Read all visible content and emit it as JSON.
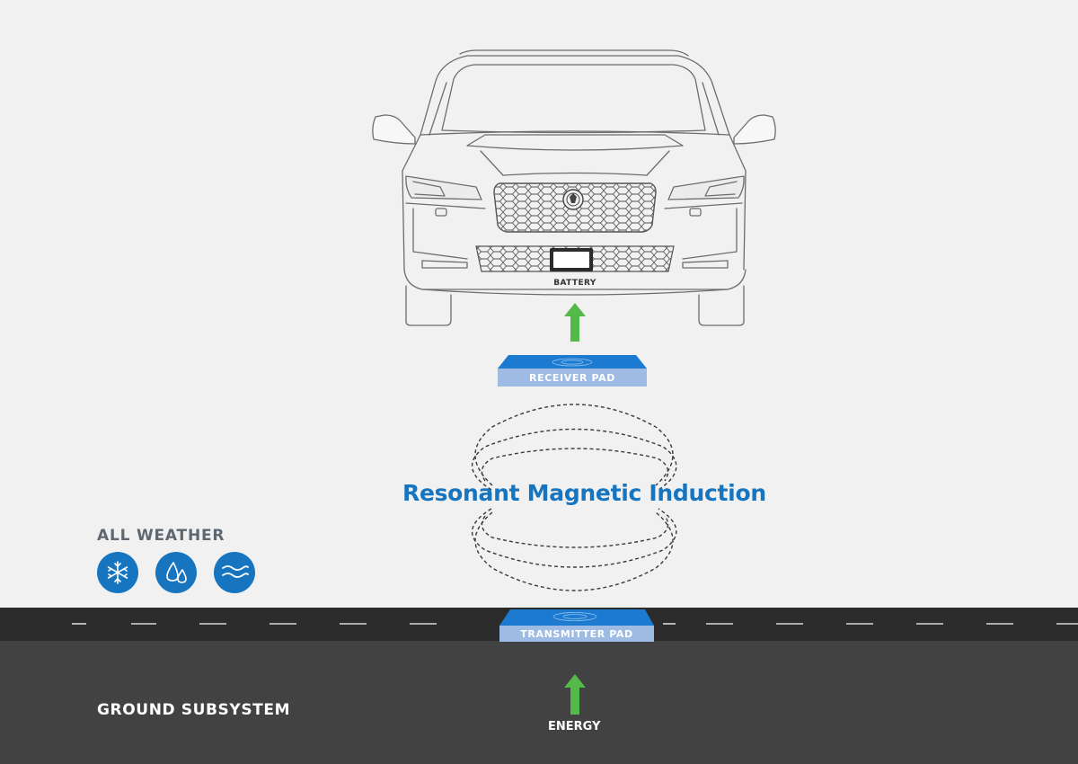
{
  "diagram": {
    "title": "Resonant Magnetic Induction",
    "car": {
      "battery_label": "BATTERY"
    },
    "receiver_pad": {
      "label": "RECEIVER PAD"
    },
    "transmitter_pad": {
      "label": "TRANSMITTER PAD"
    },
    "weather": {
      "heading": "ALL WEATHER",
      "icons": [
        "snowflake-icon",
        "water-drops-icon",
        "waves-icon"
      ]
    },
    "ground": {
      "label": "GROUND SUBSYSTEM"
    },
    "energy": {
      "label": "ENERGY"
    },
    "colors": {
      "background": "#f1f1f1",
      "pad_blue": "#1c7ad0",
      "pad_light": "#9dbbe3",
      "accent_blue": "#1775c0",
      "arrow_green": "#54b948",
      "road": "#2b2b2b",
      "ground": "#424242",
      "car_line": "#6d6d6d"
    }
  }
}
